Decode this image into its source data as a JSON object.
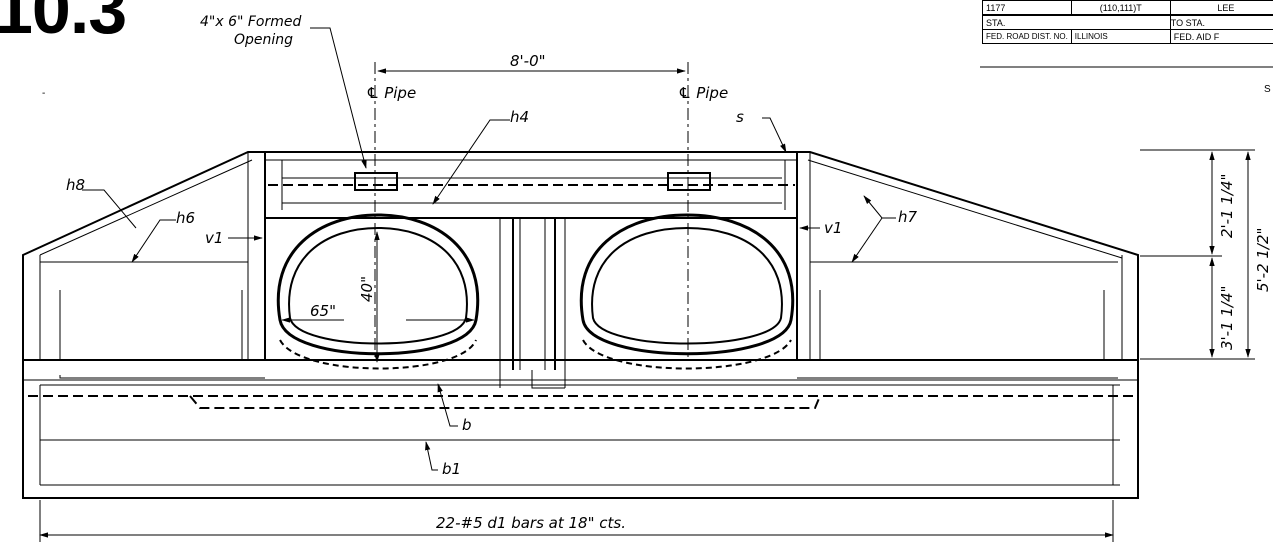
{
  "sheet": {
    "title_fragment": "10.3",
    "dash_mark": "-",
    "edge_letter": "S"
  },
  "title_block": {
    "row1": [
      "1177",
      "(110,111)T",
      "LEE"
    ],
    "row2": [
      "STA.",
      "TO STA."
    ],
    "row3": [
      "FED. ROAD DIST. NO.",
      "ILLINOIS",
      "FED. AID F"
    ]
  },
  "labels": {
    "formed_opening_line1": "4\"x 6\" Formed",
    "formed_opening_line2": "Opening",
    "pipe_spacing": "8'-0\"",
    "pipe_cl_left": "℄ Pipe",
    "pipe_cl_right": "℄ Pipe",
    "h4": "h4",
    "s": "s",
    "h8": "h8",
    "h6": "h6",
    "v1_left": "v1",
    "v1_right": "v1",
    "h7": "h7",
    "pipe_rise": "40\"",
    "pipe_span": "65\"",
    "b": "b",
    "b1": "b1",
    "bottom_bars": "22-#5 d1 bars at 18\" cts."
  },
  "dimensions": {
    "upper_height": "2'-1 1/4\"",
    "lower_height": "3'-1 1/4\"",
    "total_height": "5'-2 1/2\""
  }
}
